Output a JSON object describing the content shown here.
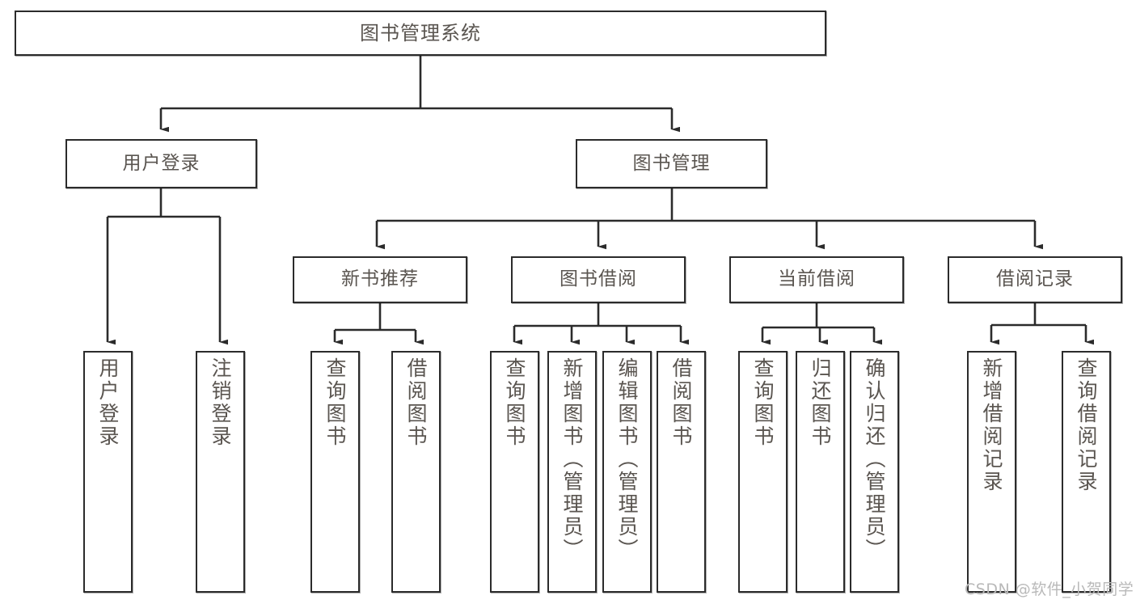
{
  "diagram": {
    "title": "图书管理系统",
    "watermark": "CSDN @软件_小贺同学",
    "nodes": {
      "root": {
        "label": "图书管理系统"
      },
      "level2": [
        {
          "label": "用户登录"
        },
        {
          "label": "图书管理"
        }
      ],
      "level3": [
        {
          "label": "新书推荐"
        },
        {
          "label": "图书借阅"
        },
        {
          "label": "当前借阅"
        },
        {
          "label": "借阅记录"
        }
      ],
      "leaves_user_login": [
        {
          "label": "用户登录"
        },
        {
          "label": "注销登录"
        }
      ],
      "leaves_new_book": [
        {
          "label": "查询图书"
        },
        {
          "label": "借阅图书"
        }
      ],
      "leaves_borrow": [
        {
          "label": "查询图书"
        },
        {
          "label": "新增图书（管理员）"
        },
        {
          "label": "编辑图书（管理员）"
        },
        {
          "label": "借阅图书"
        }
      ],
      "leaves_current": [
        {
          "label": "查询图书"
        },
        {
          "label": "归还图书"
        },
        {
          "label": "确认归还（管理员）"
        }
      ],
      "leaves_record": [
        {
          "label": "新增借阅记录"
        },
        {
          "label": "查询借阅记录"
        }
      ]
    },
    "colors": {
      "stroke": "#2b2b2b",
      "text": "#5a5550",
      "background": "#ffffff",
      "watermark": "#b9b9b9"
    }
  }
}
